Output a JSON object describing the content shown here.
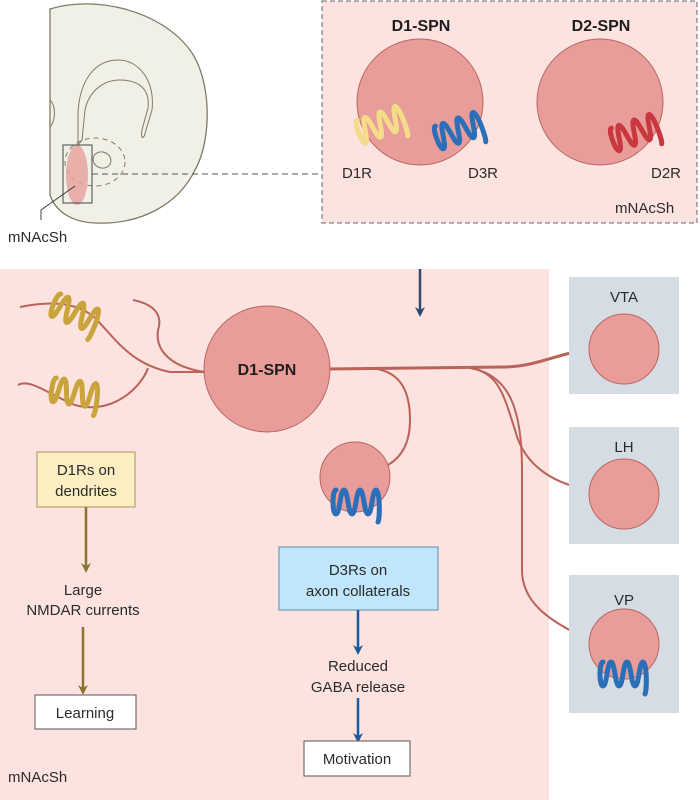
{
  "colors": {
    "brain_fill": "#f1f0e6",
    "brain_stroke": "#7d7b66",
    "region_highlight": "#e8a3a0",
    "panel_pink": "#fce3df",
    "target_panel": "#d6dce4",
    "cell_fill": "#e99d9b",
    "cell_stroke": "#b86660",
    "axon": "#b9635b",
    "d1r": "#e3c15a",
    "d3r": "#3d8fd6",
    "d2r": "#d94a4f",
    "arrow_dark": "#2f4a6e",
    "arrow_olive": "#8c7330",
    "arrow_blue": "#1e5a9a",
    "d1_box_fill": "#fdeec2",
    "d3_box_fill": "#bfe6fa",
    "white_box": "#ffffff"
  },
  "brain_inset": {
    "region_label": "mNAcSh"
  },
  "top_panel": {
    "cells": [
      {
        "name": "D1-SPN",
        "receptors": [
          "D1R",
          "D3R"
        ]
      },
      {
        "name": "D2-SPN",
        "receptors": [
          "D2R"
        ]
      }
    ],
    "region_label": "mNAcSh"
  },
  "main_panel": {
    "cell_label": "D1-SPN",
    "region_label": "mNAcSh",
    "left_pathway": {
      "box": [
        "D1Rs on",
        "dendrites"
      ],
      "intermediate": [
        "Large",
        "NMDAR currents"
      ],
      "outcome": "Learning"
    },
    "middle_pathway": {
      "box": [
        "D3Rs on",
        "axon collaterals"
      ],
      "intermediate": [
        "Reduced",
        "GABA release"
      ],
      "outcome": "Motivation"
    }
  },
  "targets": [
    {
      "label": "VTA",
      "has_receptor": false
    },
    {
      "label": "LH",
      "has_receptor": false
    },
    {
      "label": "VP",
      "has_receptor": true,
      "receptor": "D3R"
    }
  ]
}
